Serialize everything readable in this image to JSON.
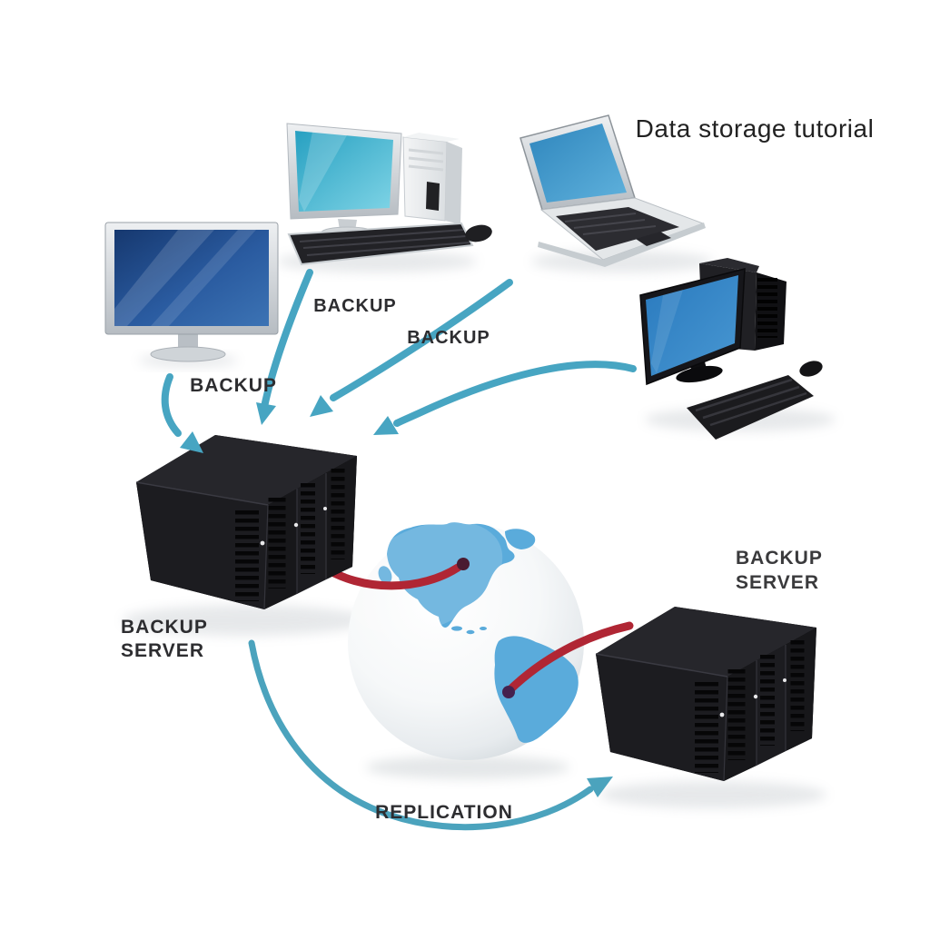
{
  "title": "Data storage tutorial",
  "arrows": {
    "backup_label_left": "BACKUP",
    "backup_label_middle": "BACKUP",
    "backup_label_right": "BACKUP",
    "replication_label": "REPLICATION"
  },
  "servers": {
    "left": {
      "line1": "BACKUP",
      "line2": "SERVER"
    },
    "right": {
      "line1": "BACKUP",
      "line2": "SERVER"
    }
  },
  "colors": {
    "background": "#ffffff",
    "backup_arrow_teal": "#47a5c2",
    "replication_teal": "#4ba3bd",
    "red_link": "#b02634",
    "link_dot_north": "#4a1b31",
    "link_dot_south": "#45214e",
    "globe_land": "#5aabdb",
    "server_body": "#1c1c20",
    "label_text": "#2d2d30",
    "title_text": "#222222"
  }
}
